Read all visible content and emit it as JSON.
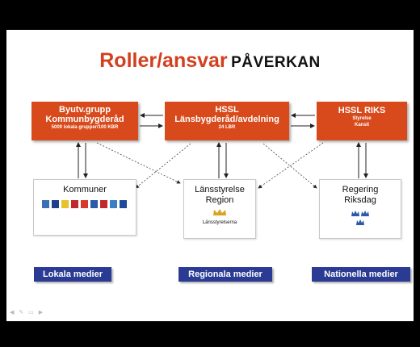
{
  "title": {
    "main": "Roller/ansvar",
    "sub": "PÅVERKAN"
  },
  "boxes": {
    "byutv": {
      "line1": "Byutv.grupp",
      "line2": "Kommunbygderåd",
      "line3": "5000 lokala grupper/100 KBR"
    },
    "hssl": {
      "line1": "HSSL",
      "line2": "Länsbygderåd/avdelning",
      "line3": "24 LBR"
    },
    "riks": {
      "line1": "HSSL RIKS",
      "line2": "Styrelse",
      "line3": "Kansli"
    },
    "kommuner": {
      "label": "Kommuner"
    },
    "lan": {
      "line1": "Länsstyrelse",
      "line2": "Region",
      "logo_text": "Länsstyrelserna"
    },
    "reg": {
      "line1": "Regering",
      "line2": "Riksdag"
    }
  },
  "media": {
    "lokal": "Lokala medier",
    "regional": "Regionala medier",
    "national": "Nationella medier"
  },
  "footer_nav_icons": [
    "arrow-left-icon",
    "pen-icon",
    "slides-icon",
    "arrow-right-icon"
  ],
  "colors": {
    "title": "#d2401e",
    "orange_box": "#d84a1b",
    "media": "#2b3b93",
    "frame": "#000000"
  }
}
